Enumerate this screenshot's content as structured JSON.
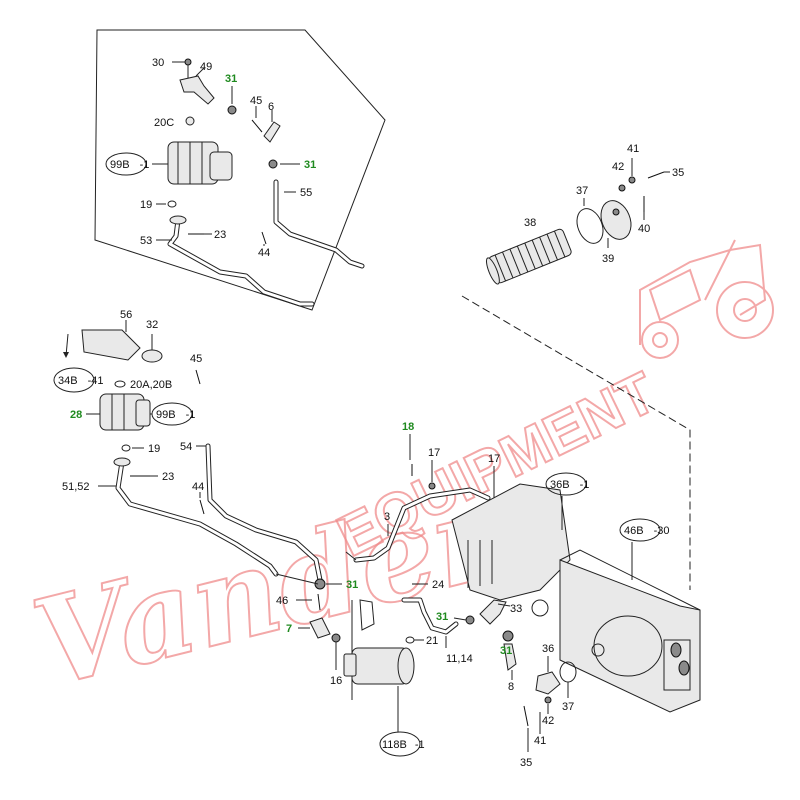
{
  "watermark": {
    "line1": "Vander",
    "line2": "EQUIPMENT",
    "color": "#f08b8b"
  },
  "label_color_highlight": "#1f8a1f",
  "labels": {
    "l30": "30",
    "l49": "49",
    "l31a": "31",
    "l45a": "45",
    "l6": "6",
    "l20c": "20C",
    "l99b_top": "99B",
    "l99b_top_suffix": "-1",
    "l31b": "31",
    "l55": "55",
    "l19a": "19",
    "l23a": "23",
    "l53": "53",
    "l44a": "44",
    "l41a": "41",
    "l42a": "42",
    "l35a": "35",
    "l37a": "37",
    "l38": "38",
    "l39": "39",
    "l40": "40",
    "l56": "56",
    "l32": "32",
    "l45b": "45",
    "l34b": "34B",
    "l34b_suffix": "-41",
    "l20ab": "20A,20B",
    "l28": "28",
    "l99b_mid": "99B",
    "l99b_mid_suffix": "-1",
    "l19b": "19",
    "l54": "54",
    "l23b": "23",
    "l5152": "51,52",
    "l44b": "44",
    "l18": "18",
    "l17a": "17",
    "l17b": "17",
    "l36b": "36B",
    "l36b_suffix": "-1",
    "l46b": "46B",
    "l46b_suffix": "-30",
    "l3": "3",
    "l31c": "31",
    "l24": "24",
    "l46": "46",
    "l31d": "31",
    "l33": "33",
    "l7": "7",
    "l21": "21",
    "l1114": "11,14",
    "l16": "16",
    "l31e": "31",
    "l36": "36",
    "l8": "8",
    "l42b": "42",
    "l37b": "37",
    "l118b": "118B",
    "l118b_suffix": "-1",
    "l41b": "41",
    "l35b": "35"
  }
}
